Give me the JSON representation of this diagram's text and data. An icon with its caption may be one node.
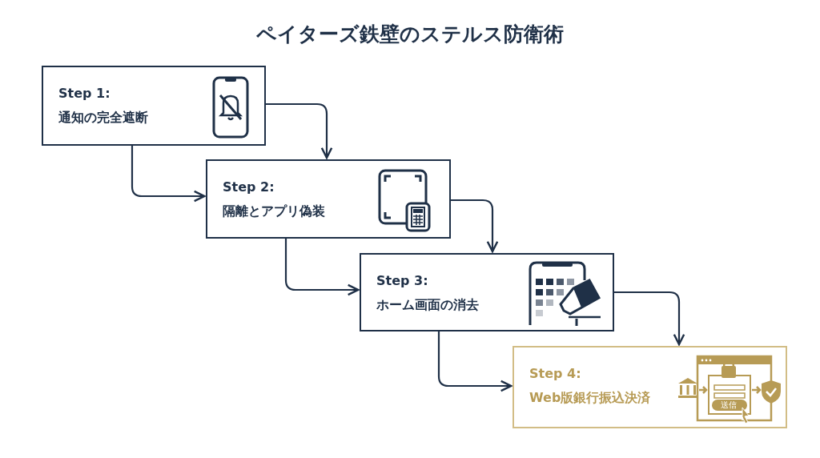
{
  "diagram": {
    "title": "ペイターズ鉄壁のステルス防衛術",
    "nodes": [
      {
        "text": [
          "Step 1:",
          "通知の完全遮断"
        ]
      },
      {
        "text": [
          "Step 2:",
          "隔離とアプリ偽装"
        ]
      },
      {
        "text": [
          "Step 3:",
          "ホーム画面の消去"
        ]
      },
      {
        "text": [
          "Step 4:",
          "Web版銀行振込決済"
        ]
      }
    ],
    "edges": [
      {
        "from": 0,
        "to": 1,
        "arrow": "to"
      },
      {
        "from": 0,
        "to": 1,
        "arrow": "to"
      },
      {
        "from": 1,
        "to": 2,
        "arrow": "to"
      },
      {
        "from": 1,
        "to": 2,
        "arrow": "to"
      },
      {
        "from": 2,
        "to": 3,
        "arrow": "to"
      },
      {
        "from": 2,
        "to": 3,
        "arrow": "to"
      }
    ],
    "labels": [
      "送信"
    ]
  }
}
